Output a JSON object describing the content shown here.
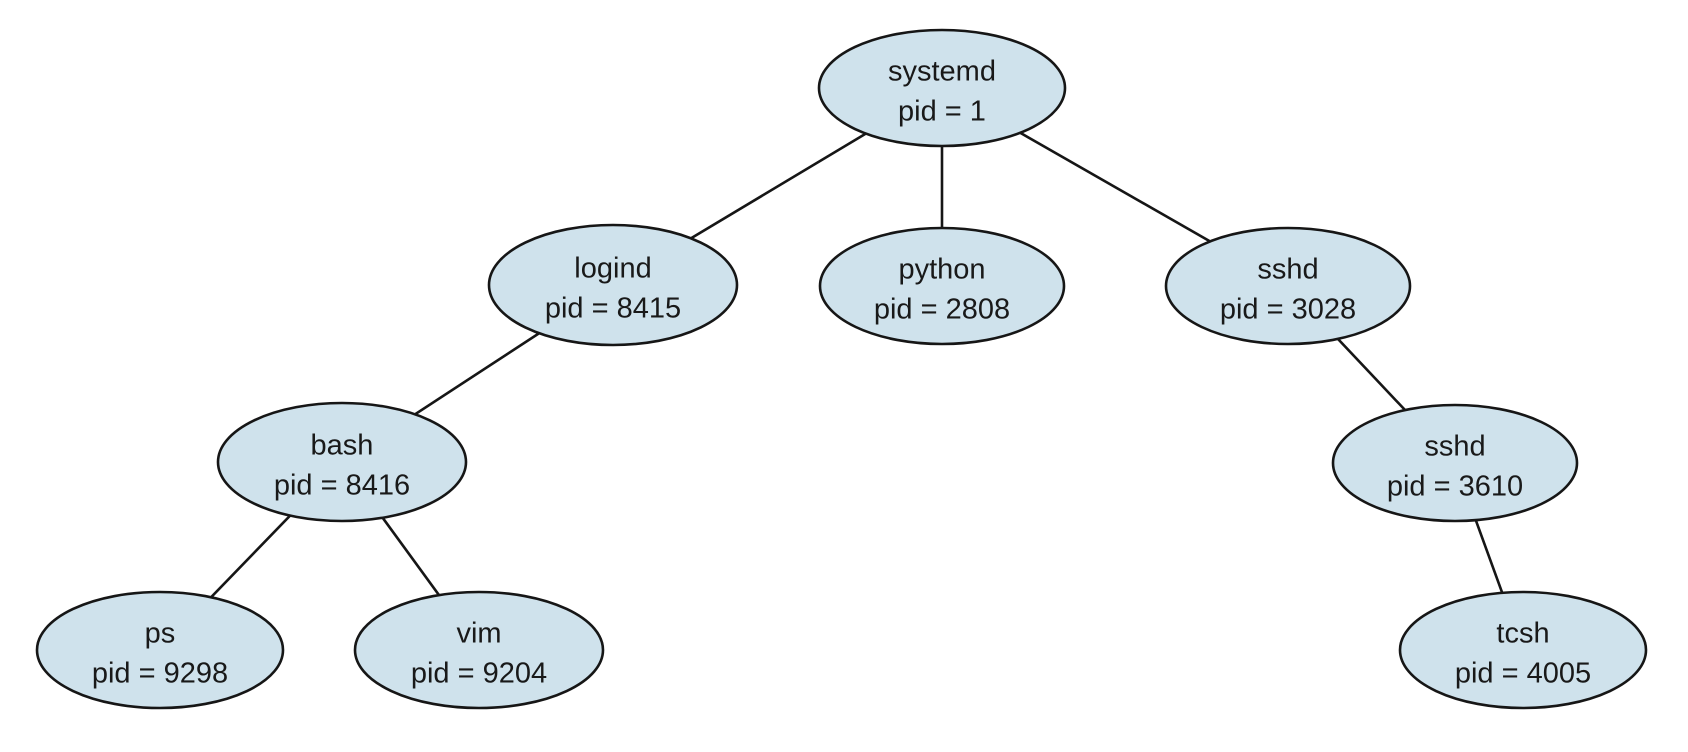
{
  "diagram": {
    "kind": "process-tree",
    "colors": {
      "node_fill": "#cfe2ec",
      "node_stroke": "#161616",
      "edge_stroke": "#161616",
      "text": "#191919",
      "background": "#ffffff"
    },
    "nodes": [
      {
        "id": "systemd",
        "name": "systemd",
        "pid_label": "pid = 1",
        "parent": null
      },
      {
        "id": "logind",
        "name": "logind",
        "pid_label": "pid = 8415",
        "parent": "systemd"
      },
      {
        "id": "python",
        "name": "python",
        "pid_label": "pid = 2808",
        "parent": "systemd"
      },
      {
        "id": "sshd-3028",
        "name": "sshd",
        "pid_label": "pid = 3028",
        "parent": "systemd"
      },
      {
        "id": "bash",
        "name": "bash",
        "pid_label": "pid = 8416",
        "parent": "logind"
      },
      {
        "id": "sshd-3610",
        "name": "sshd",
        "pid_label": "pid = 3610",
        "parent": "sshd-3028"
      },
      {
        "id": "ps",
        "name": "ps",
        "pid_label": "pid = 9298",
        "parent": "bash"
      },
      {
        "id": "vim",
        "name": "vim",
        "pid_label": "pid = 9204",
        "parent": "bash"
      },
      {
        "id": "tcsh",
        "name": "tcsh",
        "pid_label": "pid = 4005",
        "parent": "sshd-3610"
      }
    ]
  }
}
